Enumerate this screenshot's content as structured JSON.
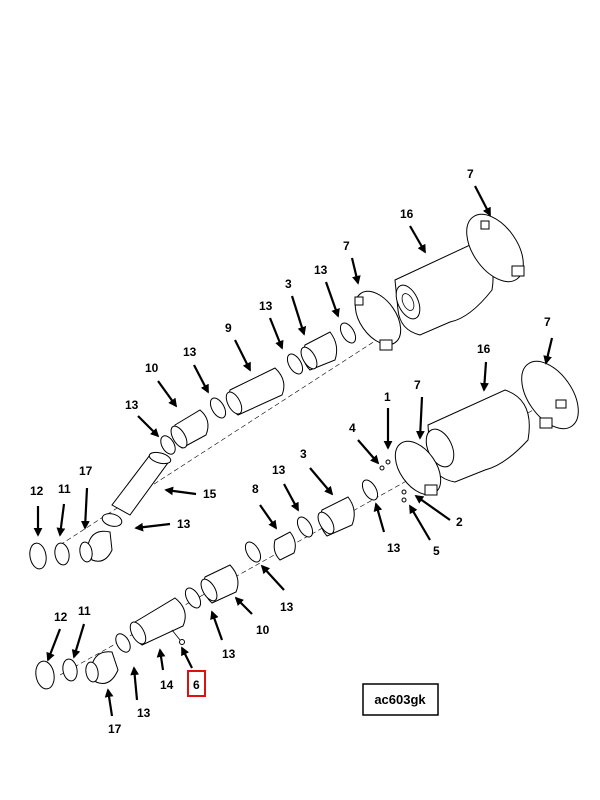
{
  "figure_code": "ac603gk",
  "highlight_color": "#e01010",
  "callouts": {
    "c1": "7",
    "c2": "16",
    "c3": "7",
    "c4": "13",
    "c5": "3",
    "c6": "13",
    "c7": "9",
    "c8": "13",
    "c9": "10",
    "c10": "13",
    "c11": "7",
    "c12": "16",
    "c13": "7",
    "c14": "1",
    "c15": "4",
    "c16": "17",
    "c17": "12",
    "c18": "11",
    "c19": "15",
    "c20": "13",
    "c21": "8",
    "c22": "13",
    "c23": "3",
    "c24": "13",
    "c25": "2",
    "c26": "5",
    "c27": "13",
    "c28": "10",
    "c29": "12",
    "c30": "11",
    "c31": "13",
    "c32": "13",
    "c33": "14",
    "c34": "6",
    "c35": "17"
  }
}
